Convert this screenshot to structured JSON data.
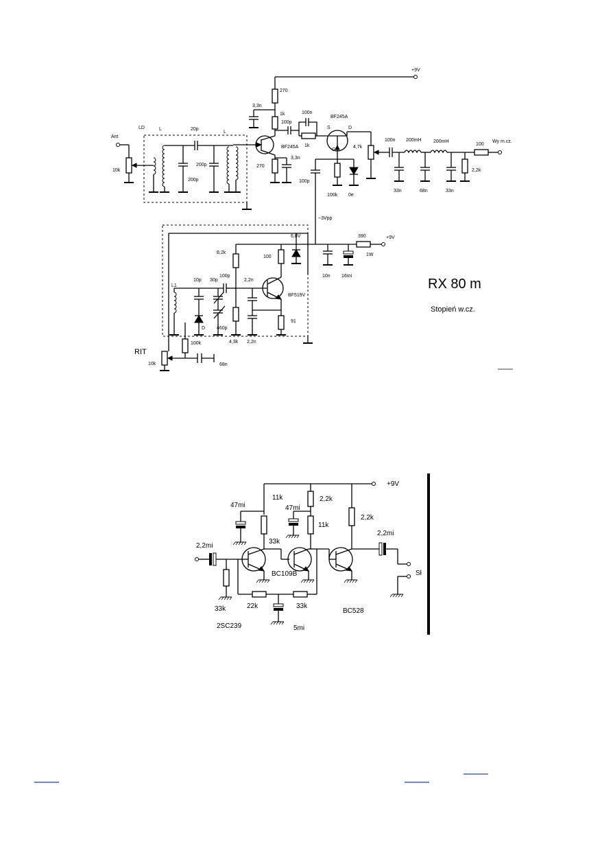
{
  "schematic1": {
    "title": "RX 80 m",
    "subtitle": "Stopień w.cz.",
    "rit_label": "RIT",
    "labels": {
      "supply": "+9V",
      "r270_top": "270",
      "c3n3_top": "3,3n",
      "r1k": "1k",
      "c100p_a": "100p",
      "c100n_a": "100n",
      "bf245a_top": "BF245A",
      "s": "S",
      "d": "D",
      "g": "G",
      "ant": "Ant",
      "ld": "LD",
      "l1": "L",
      "l2": "L",
      "c20p": "20p",
      "pot10k_ant": "10k",
      "c200p_a": "200p",
      "c200p_b": "200p",
      "bf245a_low": "BF245A",
      "r1k_b": "1k",
      "r270_b": "270",
      "c3n3_b": "3,3n",
      "r4k7": "4,7k",
      "c100p_b": "100p",
      "r100k": "100k",
      "d0e": "0e",
      "c100n_out": "100n",
      "l200mh_1": "200mH",
      "l200mh_2": "200mH",
      "r100_out": "100",
      "wy": "Wy m.cz.",
      "c33n_1": "33n",
      "c68n": "68n",
      "c33n_2": "33n",
      "r2k2": "2,2k",
      "lo_level": "~3Vpp",
      "r390": "390",
      "plus9v_b": "+9V",
      "r1w": "1W",
      "c10n": "10n",
      "c16mi": "16mi",
      "v6_8": "6,8V",
      "r8k2": "8,2k",
      "r100": "100",
      "c10p": "10p",
      "c30p": "30p",
      "c100p_c": "100p",
      "c2n2_a": "2,2n",
      "bf519v": "BF519V",
      "l1_osc": "L1",
      "d_osc": "D",
      "c460p": "460p",
      "r4k3": "4,3k",
      "c2n2_b": "2,2n",
      "r91": "91",
      "r100k_rit": "100k",
      "pot10k_rit": "10k",
      "c68n_rit": "68n"
    }
  },
  "schematic2": {
    "labels": {
      "supply": "+9V",
      "c47mi_a": "47mi",
      "r11k_a": "11k",
      "r2k2_a": "2,2k",
      "c47mi_b": "47mi",
      "r11k_b": "11k",
      "r2k2_b": "2,2k",
      "c2mi_in": "2,2mi",
      "c2mi_out": "2,2mi",
      "r33k_a": "33k",
      "bc109b": "BC109B",
      "sk": "Sł",
      "r33k_in": "33k",
      "r22k": "22k",
      "r33k_b": "33k",
      "bc528": "BC528",
      "sc239": "2SC239",
      "c5mi": "5mi"
    }
  }
}
